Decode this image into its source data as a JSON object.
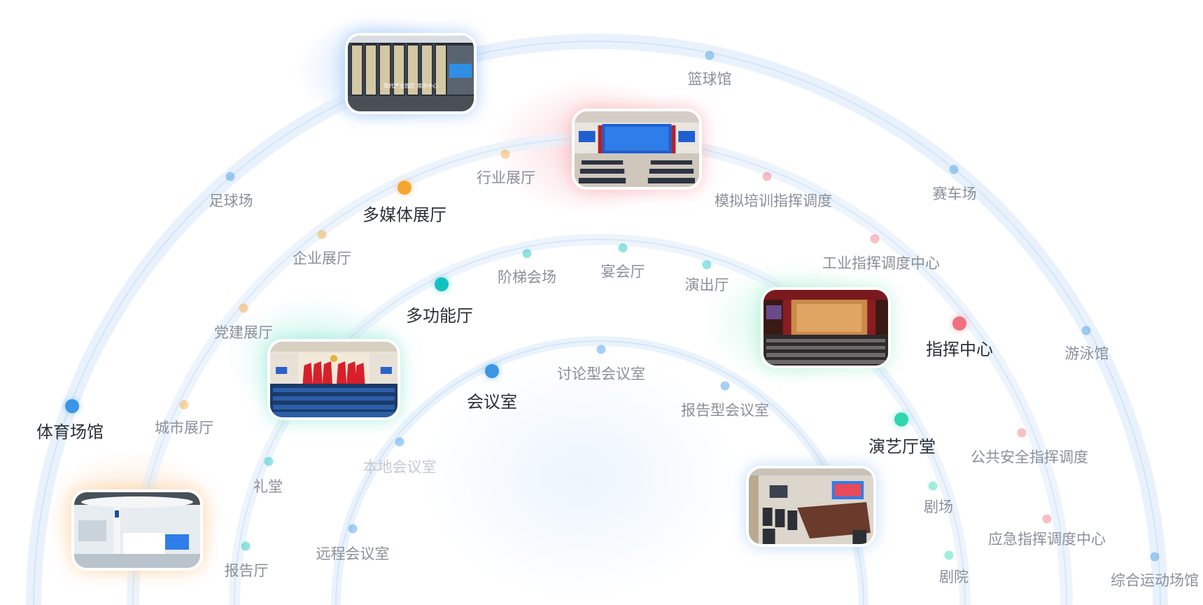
{
  "colors": {
    "blue": "#3b96e6",
    "orange": "#f7a531",
    "teal": "#12c2c2",
    "red": "#f0707e",
    "green": "#2ed6b0",
    "ring_sports": "#dcebfb",
    "ring_exhibit": "#e3eefa",
    "ring_meeting": "#dcebfb"
  },
  "categories": {
    "sports": "体育场馆",
    "multimedia_hall": "多媒体展厅",
    "multifunction_hall": "多功能厅",
    "meeting_room": "会议室",
    "command_center": "指挥中心",
    "performance_hall": "演艺厅堂"
  },
  "items": {
    "basketball": "篮球馆",
    "football": "足球场",
    "racing": "赛车场",
    "swimming": "游泳馆",
    "stadium": "综合运动场馆",
    "industry_expo": "行业展厅",
    "enterprise_expo": "企业展厅",
    "party_expo": "党建展厅",
    "city_expo": "城市展厅",
    "sim_training": "模拟培训指挥调度",
    "industrial_dispatch": "工业指挥调度中心",
    "public_safety": "公共安全指挥调度",
    "emergency_dispatch": "应急指挥调度中心",
    "tiered_venue": "阶梯会场",
    "banquet": "宴会厅",
    "show_hall": "演出厅",
    "auditorium": "礼堂",
    "lecture_hall": "报告厅",
    "discussion_room": "讨论型会议室",
    "report_room": "报告型会议室",
    "local_room": "本地会议室",
    "remote_room": "远程会议室",
    "theater1": "剧场",
    "theater2": "剧院"
  },
  "photos": {
    "building_sign": "现代产业园区 展示中心"
  }
}
